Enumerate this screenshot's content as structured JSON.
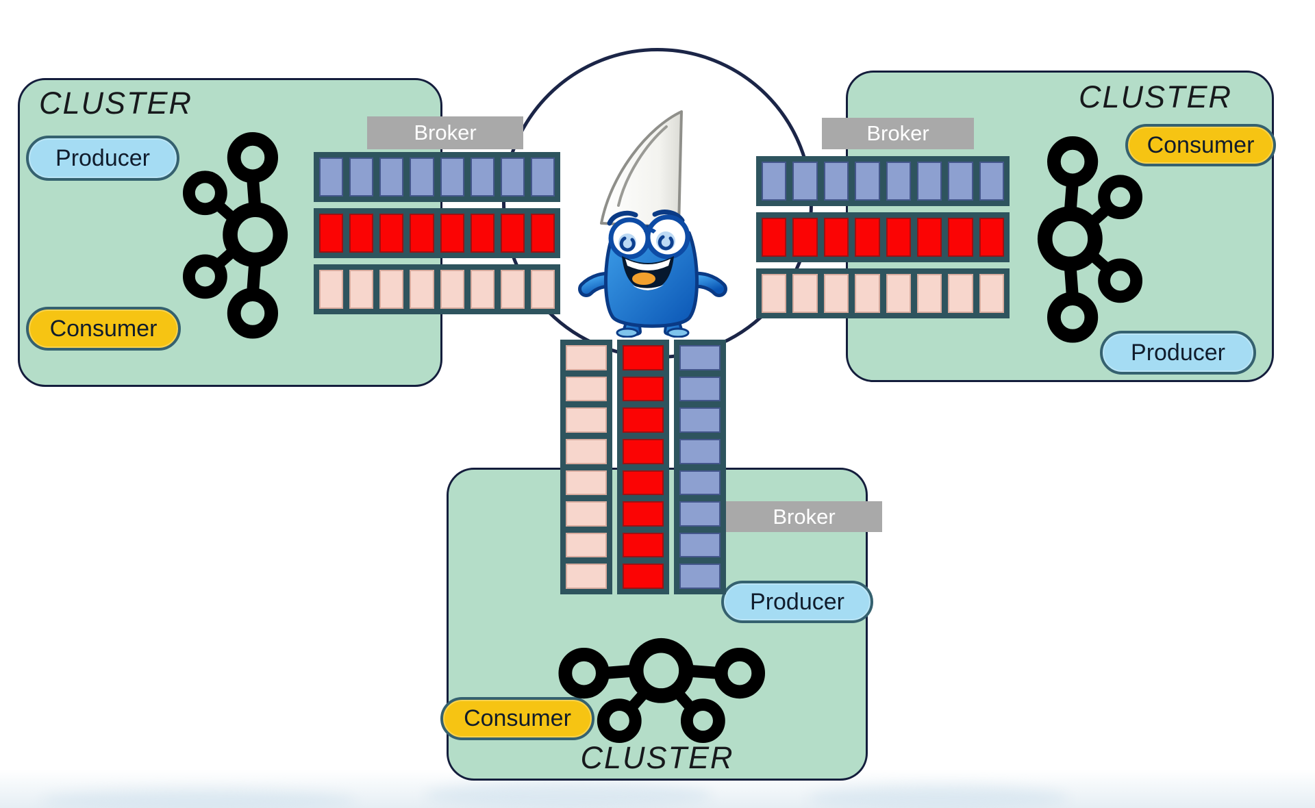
{
  "clusters": {
    "left": {
      "title": "CLUSTER",
      "producer_label": "Producer",
      "consumer_label": "Consumer",
      "broker_label": "Broker"
    },
    "right": {
      "title": "CLUSTER",
      "consumer_label": "Consumer",
      "producer_label": "Producer",
      "broker_label": "Broker"
    },
    "bottom": {
      "title": "CLUSTER",
      "producer_label": "Producer",
      "consumer_label": "Consumer",
      "broker_label": "Broker"
    }
  },
  "partitions": {
    "rows": [
      {
        "tone": "blue",
        "cells": 8
      },
      {
        "tone": "red",
        "cells": 8
      },
      {
        "tone": "pink",
        "cells": 8
      }
    ],
    "columns": [
      {
        "tone": "pink",
        "cells": 8
      },
      {
        "tone": "red",
        "cells": 8
      },
      {
        "tone": "blue",
        "cells": 8
      }
    ]
  },
  "colors": {
    "canvas_bg": "#ffffff",
    "cluster_bg": "#b4ddc8",
    "cluster_border": "#141d3c",
    "circle_border": "#1b2547",
    "row_bg": "#2e545e",
    "cell_blue": "#8da0d0",
    "cell_red": "#fb0404",
    "cell_pink": "#f7d6cc",
    "broker_bg": "#a9a9a9",
    "broker_text": "#ffffff",
    "producer_bg": "#a5dcf3",
    "consumer_bg": "#f6c413",
    "pill_border": "#35616f",
    "pill_text": "#101c2c",
    "title_text": "#17191c",
    "mascot_blue": "#1d7fd6"
  }
}
